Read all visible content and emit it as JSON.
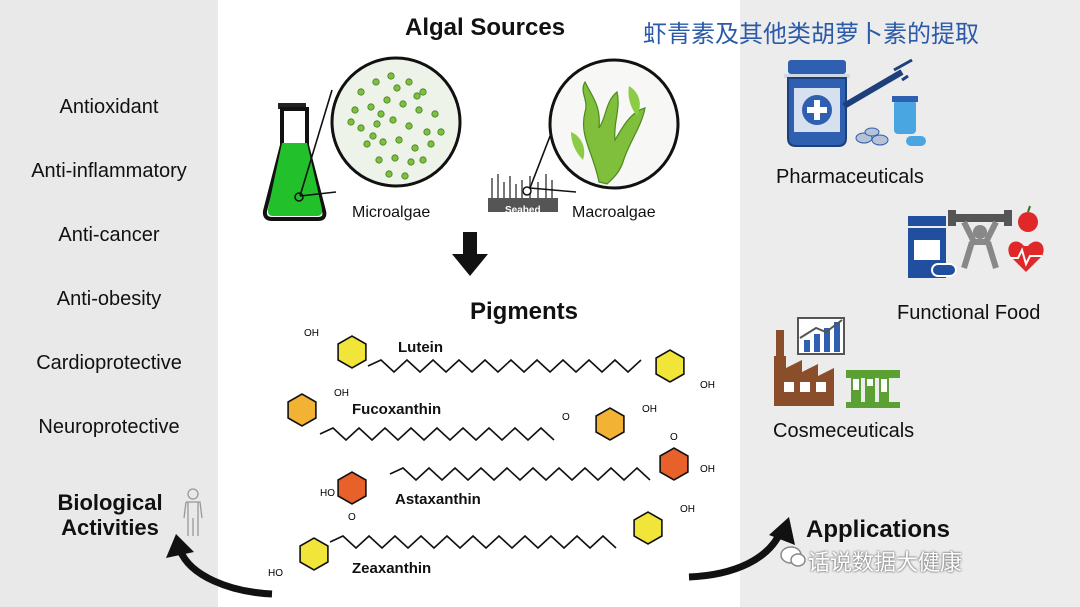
{
  "header": {
    "algal_sources": "Algal Sources",
    "chinese_title": "虾青素及其他类胡萝卜素的提取"
  },
  "sources": {
    "microalgae": "Microalgae",
    "macroalgae": "Macroalgae",
    "seabed": "Seabed"
  },
  "pigments": {
    "title": "Pigments",
    "items": [
      "Lutein",
      "Fucoxanthin",
      "Astaxanthin",
      "Zeaxanthin"
    ],
    "ring_colors": {
      "lutein": "#f2e53a",
      "fucoxanthin": "#f2b233",
      "astaxanthin": "#e8612a",
      "zeaxanthin": "#f2e53a"
    }
  },
  "biological_activities": {
    "title": "Biological Activities",
    "items": [
      "Antioxidant",
      "Anti-inflammatory",
      "Anti-cancer",
      "Anti-obesity",
      "Cardioprotective",
      "Neuroprotective"
    ]
  },
  "applications": {
    "title": "Applications",
    "items": [
      "Pharmaceuticals",
      "Functional Food",
      "Cosmeceuticals"
    ]
  },
  "watermark": "话说数据大健康",
  "colors": {
    "flask_liquid": "#22c02a",
    "algae_green": "#7fbf3b",
    "pharma_blue": "#2f5fb0",
    "factory_brown": "#8a4e2a",
    "tube_green": "#5aa032",
    "heart_red": "#e02828"
  }
}
